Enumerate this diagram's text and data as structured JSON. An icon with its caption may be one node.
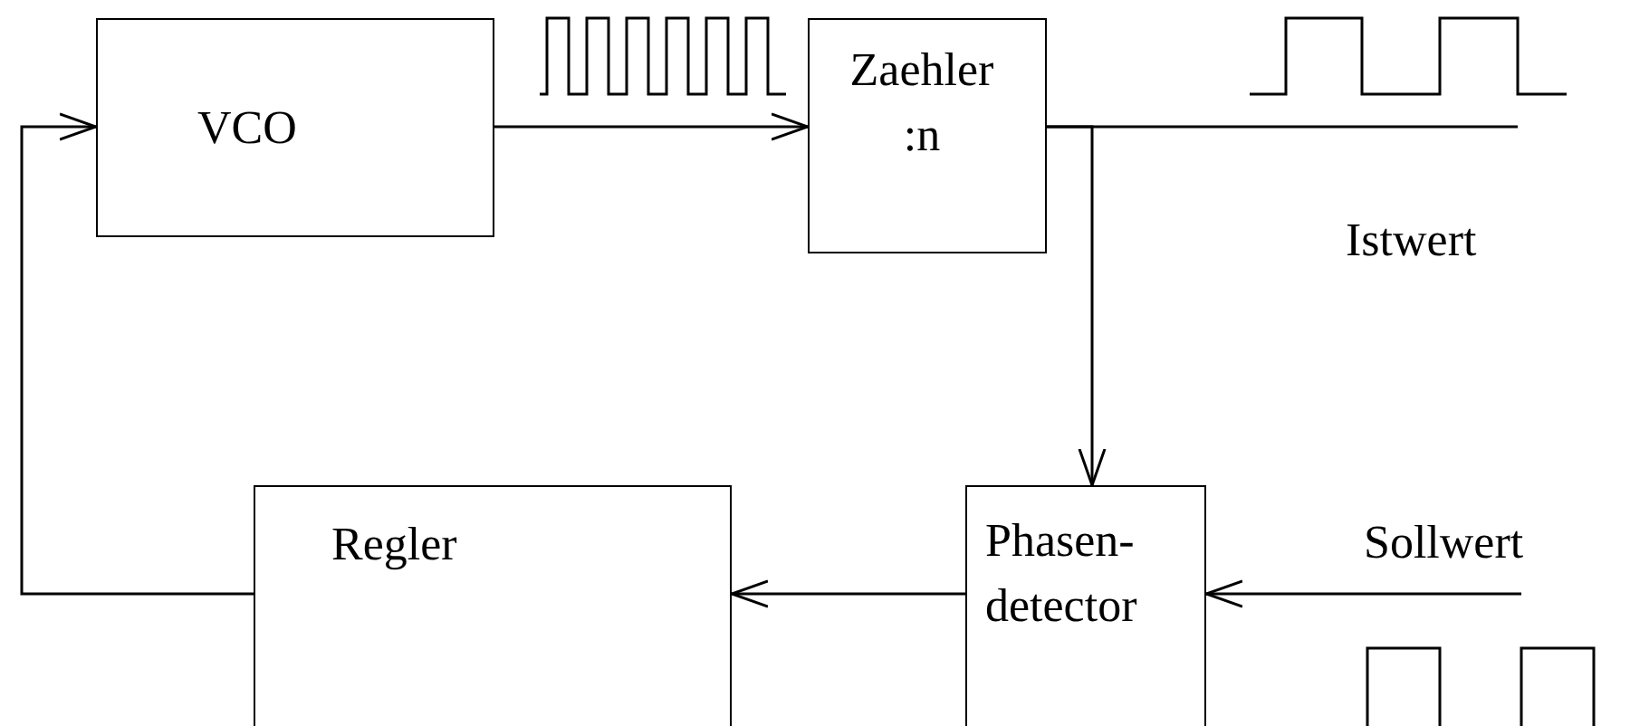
{
  "diagram": {
    "nodes": [
      {
        "text": [
          "VCO"
        ]
      },
      {
        "text": [
          "Zaehler :n"
        ]
      },
      {
        "text": [
          "Regler"
        ]
      },
      {
        "text": [
          "Phasen- detector"
        ]
      }
    ],
    "edges": [
      {
        "from": 0,
        "to": 1,
        "arrow": "to"
      },
      {
        "from": 1,
        "to": null,
        "arrow": "none",
        "label": "Istwert"
      },
      {
        "from": 1,
        "to": 3,
        "arrow": "to"
      },
      {
        "from": null,
        "to": 3,
        "arrow": "to",
        "label": "Sollwert"
      },
      {
        "from": 3,
        "to": 2,
        "arrow": "to"
      },
      {
        "from": 2,
        "to": 0,
        "arrow": "to"
      }
    ]
  }
}
